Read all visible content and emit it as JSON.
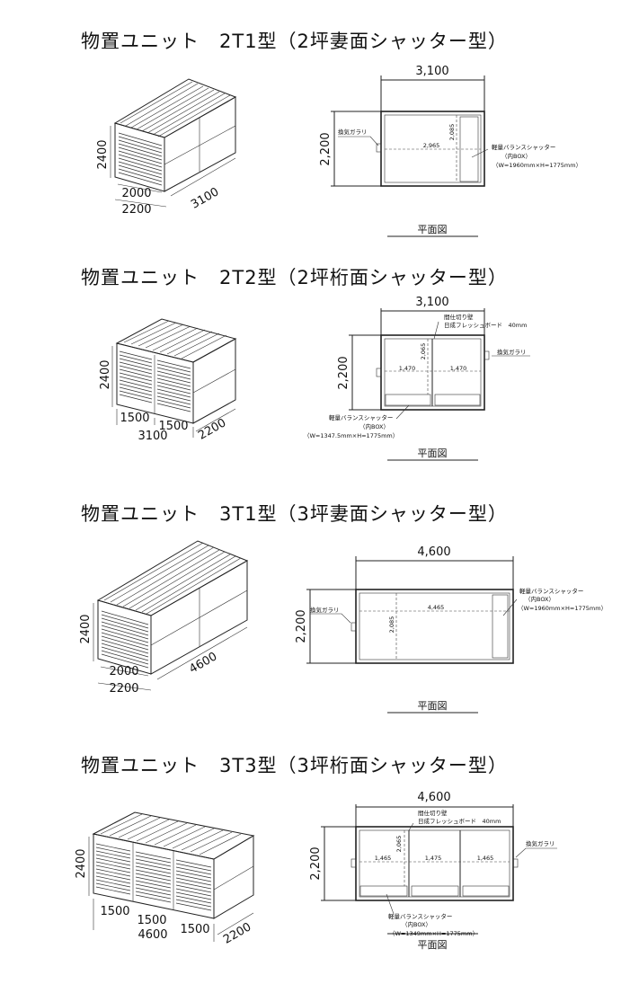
{
  "units": [
    {
      "title": "物置ユニット　2T1型（2坪妻面シャッター型）",
      "iso": {
        "height": "2400",
        "front_inner": "2000",
        "front_outer": "2200",
        "length": "3100"
      },
      "plan": {
        "width": "3,100",
        "height": "2,200",
        "interior_len": "2,965",
        "interior_depth": "2,085",
        "vent": "換気ガラリ",
        "shutter_line1": "軽量バランスシャッター",
        "shutter_line2": "（内BOX）",
        "shutter_line3": "（W=1960mm×H=1775mm）",
        "caption": "平面図"
      }
    },
    {
      "title": "物置ユニット　2T2型（2坪桁面シャッター型）",
      "iso": {
        "height": "2400",
        "bay1": "1500",
        "bay2": "1500",
        "length": "3100",
        "depth": "2200"
      },
      "plan": {
        "width": "3,100",
        "height": "2,200",
        "interior_depth": "2,065",
        "bay1": "1,470",
        "bay2": "1,470",
        "partition_line1": "間仕切り壁",
        "partition_line2": "日成フレッシュボード　40mm",
        "vent": "換気ガラリ",
        "shutter_line1": "軽量バランスシャッター",
        "shutter_line2": "（内BOX）",
        "shutter_line3": "（W=1347.5mm×H=1775mm）",
        "caption": "平面図"
      }
    },
    {
      "title": "物置ユニット　3T1型（3坪妻面シャッター型）",
      "iso": {
        "height": "2400",
        "front_inner": "2000",
        "front_outer": "2200",
        "length": "4600"
      },
      "plan": {
        "width": "4,600",
        "height": "2,200",
        "interior_len": "4,465",
        "interior_depth": "2,085",
        "vent": "換気ガラリ",
        "shutter_line1": "軽量バランスシャッター",
        "shutter_line2": "（内BOX）",
        "shutter_line3": "（W=1960mm×H=1775mm）",
        "caption": "平面図"
      }
    },
    {
      "title": "物置ユニット　3T3型（3坪桁面シャッター型）",
      "iso": {
        "height": "2400",
        "bay1": "1500",
        "bay2": "1500",
        "bay3": "1500",
        "length": "4600",
        "depth": "2200"
      },
      "plan": {
        "width": "4,600",
        "height": "2,200",
        "interior_depth": "2,065",
        "bay1": "1,465",
        "bay2": "1,475",
        "bay3": "1,465",
        "partition_line1": "間仕切り壁",
        "partition_line2": "日成フレッシュボード　40mm",
        "vent": "換気ガラリ",
        "shutter_line1": "軽量バランスシャッター",
        "shutter_line2": "（内BOX）",
        "shutter_line3": "（W=1349mm×H=1775mm）",
        "caption": "平面図"
      }
    }
  ]
}
